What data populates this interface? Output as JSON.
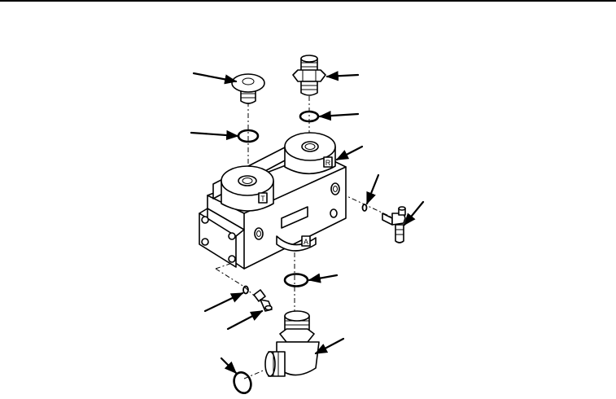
{
  "figure": {
    "port_marks": [
      "T",
      "R",
      "A"
    ],
    "colors": {
      "line": "#000000",
      "background": "#ffffff"
    }
  }
}
